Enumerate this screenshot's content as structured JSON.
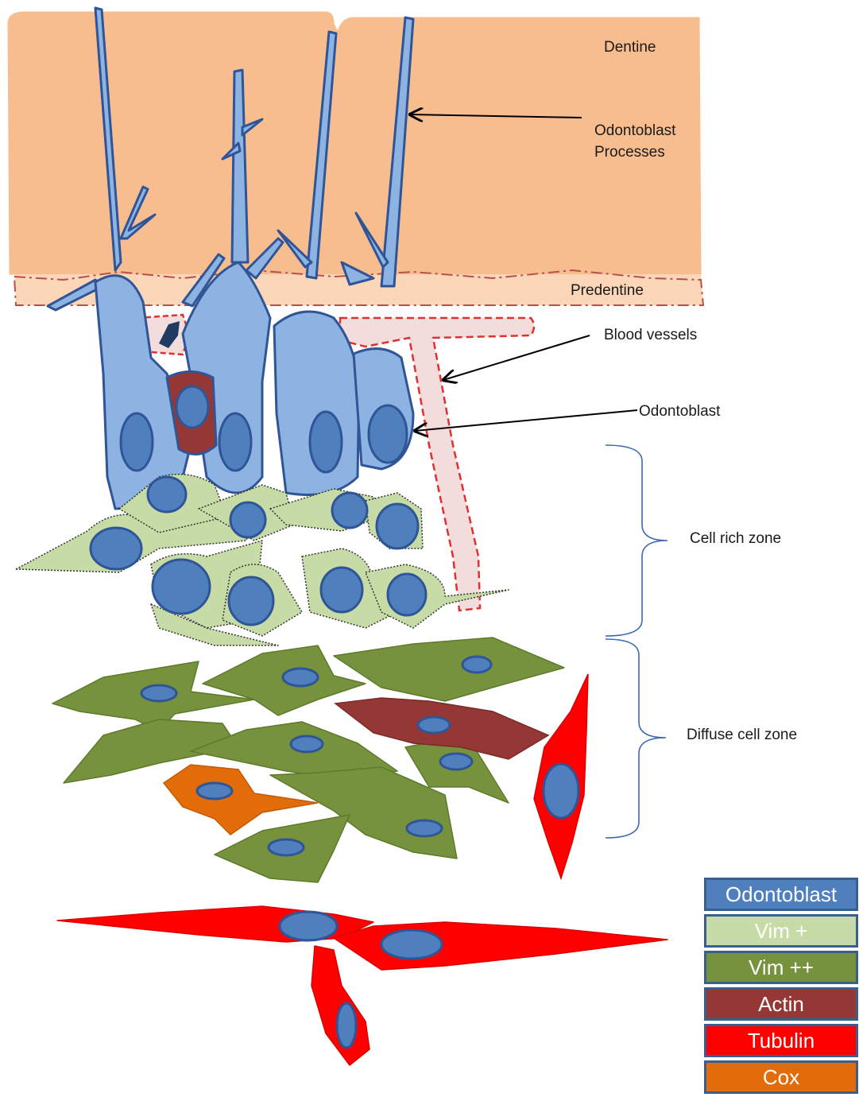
{
  "labels": {
    "dentine": "Dentine",
    "odontoblast_processes_line1": "Odontoblast",
    "odontoblast_processes_line2": "Processes",
    "predentine": "Predentine",
    "blood_vessels": "Blood vessels",
    "odontoblast": "Odontoblast",
    "cell_rich_zone": "Cell rich zone",
    "diffuse_cell_zone": "Diffuse cell zone"
  },
  "legend": [
    {
      "label": "Odontoblast",
      "color": "#4f7fbd"
    },
    {
      "label": "Vim +",
      "color": "#c6dba5"
    },
    {
      "label": "Vim ++",
      "color": "#76923c"
    },
    {
      "label": "Actin",
      "color": "#953735"
    },
    {
      "label": "Tubulin",
      "color": "#ff0000"
    },
    {
      "label": "Cox",
      "color": "#e36c0a"
    }
  ],
  "colors": {
    "dentine": "#f8bd8f",
    "predentine": "#fbd6b8",
    "odontoblast_cell": "#8db3e2",
    "nucleus": "#4f7fbd",
    "outline": "#2f5597",
    "vim_plus": "#c6dba5",
    "vim_plus_plus": "#76923c",
    "actin": "#953735",
    "tubulin": "#ff0000",
    "cox": "#e36c0a",
    "vessel_fill": "#f3dcdc",
    "vessel_border": "#e03030",
    "bracket": "#3b6ab3"
  }
}
